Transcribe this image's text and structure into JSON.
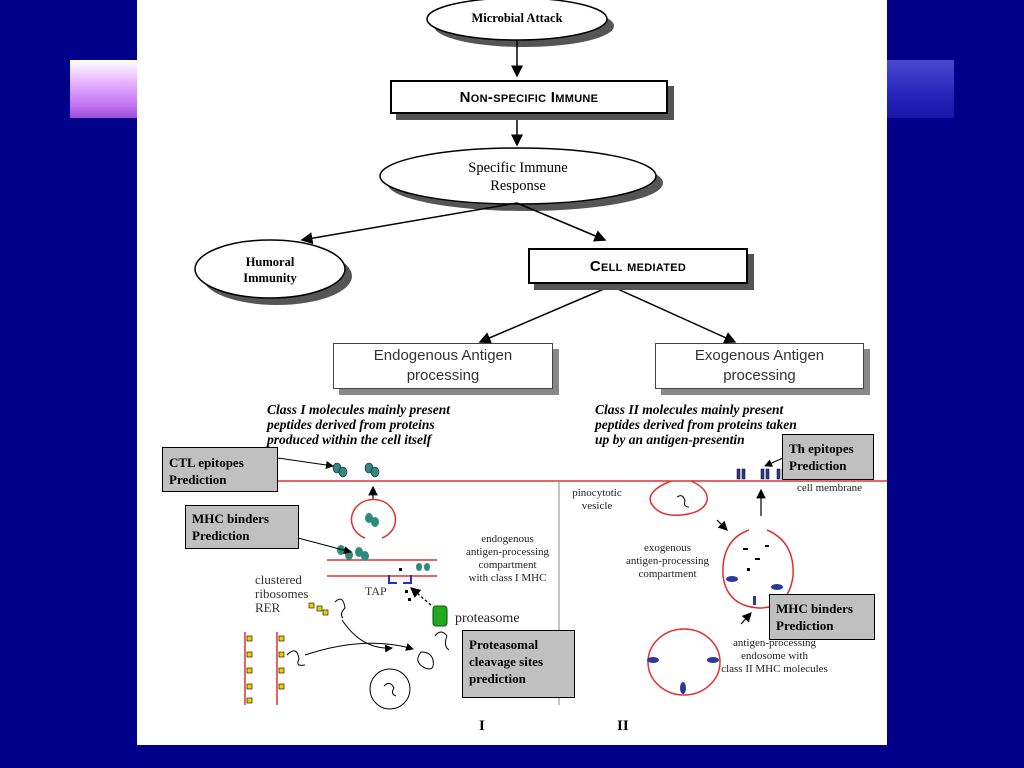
{
  "diagram": {
    "microbial_attack": "Microbial Attack",
    "non_specific": "Non-specific Immune",
    "specific_line1": "Specific Immune",
    "specific_line2": "Response",
    "humoral_line1": "Humoral",
    "humoral_line2": "Immunity",
    "cell_mediated": "Cell mediated",
    "endogenous_line1": "Endogenous Antigen",
    "endogenous_line2": "processing",
    "exogenous_line1": "Exogenous Antigen",
    "exogenous_line2": "processing",
    "class1_line1": "Class I molecules mainly present",
    "class1_line2": "peptides derived from proteins",
    "class1_line3": "produced within the cell itself",
    "class2_line1": "Class II molecules mainly present",
    "class2_line2": "peptides derived from proteins taken",
    "class2_line3": "up by an antigen-presentin",
    "ctl_line1": "CTL epitopes",
    "ctl_line2": "Prediction",
    "mhc1_line1": "MHC binders",
    "mhc1_line2": "Prediction",
    "th_line1": "Th epitopes",
    "th_line2": "Prediction",
    "mhc2_line1": "MHC binders",
    "mhc2_line2": "Prediction",
    "proteasomal_line1": "Proteasomal",
    "proteasomal_line2": "cleavage sites",
    "proteasomal_line3": "prediction",
    "pinocytotic_line1": "pinocytotic",
    "pinocytotic_line2": "vesicle",
    "cell_membrane": "cell membrane",
    "endo_comp_line1": "endogenous",
    "endo_comp_line2": "antigen-processing",
    "endo_comp_line3": "compartment",
    "endo_comp_line4": "with class I MHC",
    "exo_comp_line1": "exogenous",
    "exo_comp_line2": "antigen-processing",
    "exo_comp_line3": "compartment",
    "endosome_line1": "antigen-processing",
    "endosome_line2": "endosome with",
    "endosome_line3": "class II MHC molecules",
    "ribo_line1": "clustered",
    "ribo_line2": "ribosomes",
    "ribo_line3": "RER",
    "tap": "TAP",
    "proteasome": "proteasome",
    "roman_1": "I",
    "roman_2": "II"
  },
  "colors": {
    "background": "#00008b",
    "membrane": "#e03030",
    "mhc": "#2e8b7a",
    "proteasome": "#22aa22",
    "callout": "#c0c0c0"
  }
}
